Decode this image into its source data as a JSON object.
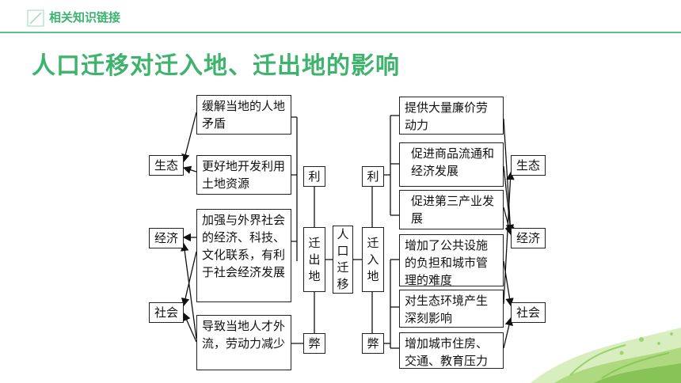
{
  "header": {
    "title": "相关知识链接",
    "icon": "chevron-corner-icon",
    "accent": "#3cb371"
  },
  "main_title": "人口迁移对迁入地、迁出地的影响",
  "diagram": {
    "center": "人口迁移",
    "out_region": "迁出地",
    "in_region": "迁入地",
    "out_pros_label": "利",
    "out_cons_label": "弊",
    "in_pros_label": "利",
    "in_cons_label": "弊",
    "left_categories": {
      "eco": "生态",
      "econ": "经济",
      "soc": "社会"
    },
    "right_categories": {
      "eco": "生态",
      "econ": "经济",
      "soc": "社会"
    },
    "left_items": [
      "缓解当地的人地矛盾",
      "更好地开发利用土地资源",
      "加强与外界社会的经济、科技、文化联系，有利于社会经济发展",
      "导致当地人才外流，劳动力减少"
    ],
    "right_items": [
      "提供大量廉价劳动力",
      "促进商品流通和经济发展",
      "促进第三产业发展",
      "增加了公共设施的负担和城市管理的难度",
      "对生态环境产生深刻影响",
      "增加城市住房、交通、教育压力"
    ]
  }
}
